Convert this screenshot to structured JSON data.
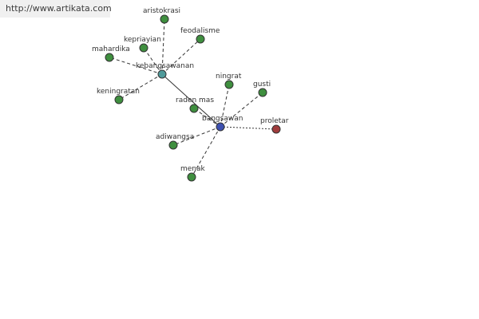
{
  "banner": {
    "url": "http://www.artikata.com"
  },
  "colors": {
    "synonym_node": "#3f8f3f",
    "hub_node": "#4f9a9a",
    "center_node": "#3d50b0",
    "antonym_node": "#a03c3c",
    "edge": "#333333"
  },
  "graph": {
    "nodes": {
      "kebangsawanan": "kebangsawanan",
      "bangsawan": "bangsawan",
      "aristokrasi": "aristokrasi",
      "feodalisme": "feodalisme",
      "kepriayian": "kepriayian",
      "mahardika": "mahardika",
      "keningratan": "keningratan",
      "raden_mas": "raden mas",
      "ningrat": "ningrat",
      "gusti": "gusti",
      "proletar": "proletar",
      "adiwangsa": "adiwangsa",
      "menak": "menak"
    }
  }
}
